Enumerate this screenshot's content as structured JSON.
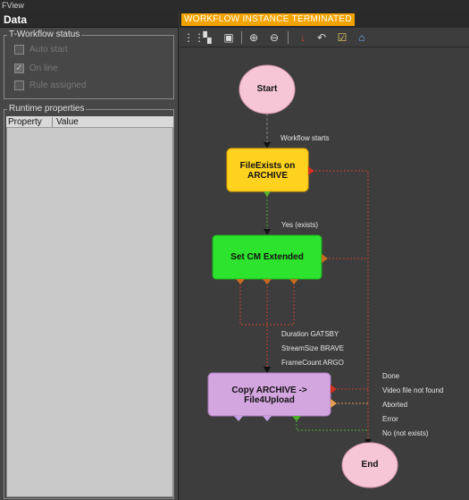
{
  "window": {
    "title": "FView"
  },
  "left": {
    "header": "Data",
    "workflow_status": {
      "title": "T-Workflow status",
      "items": [
        {
          "label": "Auto start",
          "checked": false
        },
        {
          "label": "On line",
          "checked": true
        },
        {
          "label": "Rule assigned",
          "checked": false
        }
      ]
    },
    "runtime": {
      "title": "Runtime properties",
      "columns": [
        "Property",
        "Value"
      ]
    }
  },
  "right": {
    "status": "WORKFLOW INSTANCE TERMINATED",
    "toolbar": [
      "grid-icon",
      "layout-icon",
      "image-icon",
      "zoom-in-icon",
      "zoom-out-icon",
      "pointer-icon",
      "undo-icon",
      "check-icon",
      "tree-icon"
    ]
  },
  "workflow": {
    "start": "Start",
    "end": "End",
    "file_exists": "FileExists on ARCHIVE",
    "set_cm": "Set CM Extended",
    "copy": "Copy ARCHIVE -> File4Upload",
    "edge_workflow_starts": "Workflow starts",
    "edge_yes": "Yes (exists)",
    "duration": "Duration GATSBY",
    "stream_size": "StreamSize BRAVE",
    "frame_count": "FrameCount ARGO",
    "out_done": "Done",
    "out_not_found": "Video file not found",
    "out_aborted": "Aborted",
    "out_error": "Error",
    "out_no": "No (not exists)"
  }
}
